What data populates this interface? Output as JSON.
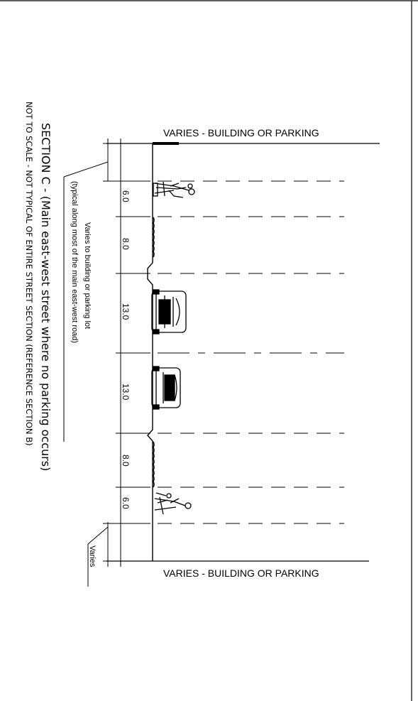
{
  "title": "SECTION C - (Main east-west street where no parking occurs)",
  "subtitle": "NOT TO SCALE - NOT TYPICAL OF ENTIRE STREET SECTION (REFERENCE SECTION B)",
  "top_label": "VARIES - BUILDING OR PARKING",
  "bottom_label": "VARIES - BUILDING OR PARKING",
  "note_line1": "Varies to building or parking lot",
  "note_line2": "(typical along most of the main east-west road)",
  "varies_label": "Varies",
  "dimensions": [
    "6.0",
    "8.0",
    "13.0",
    "13.0",
    "8.0",
    "6.0"
  ]
}
